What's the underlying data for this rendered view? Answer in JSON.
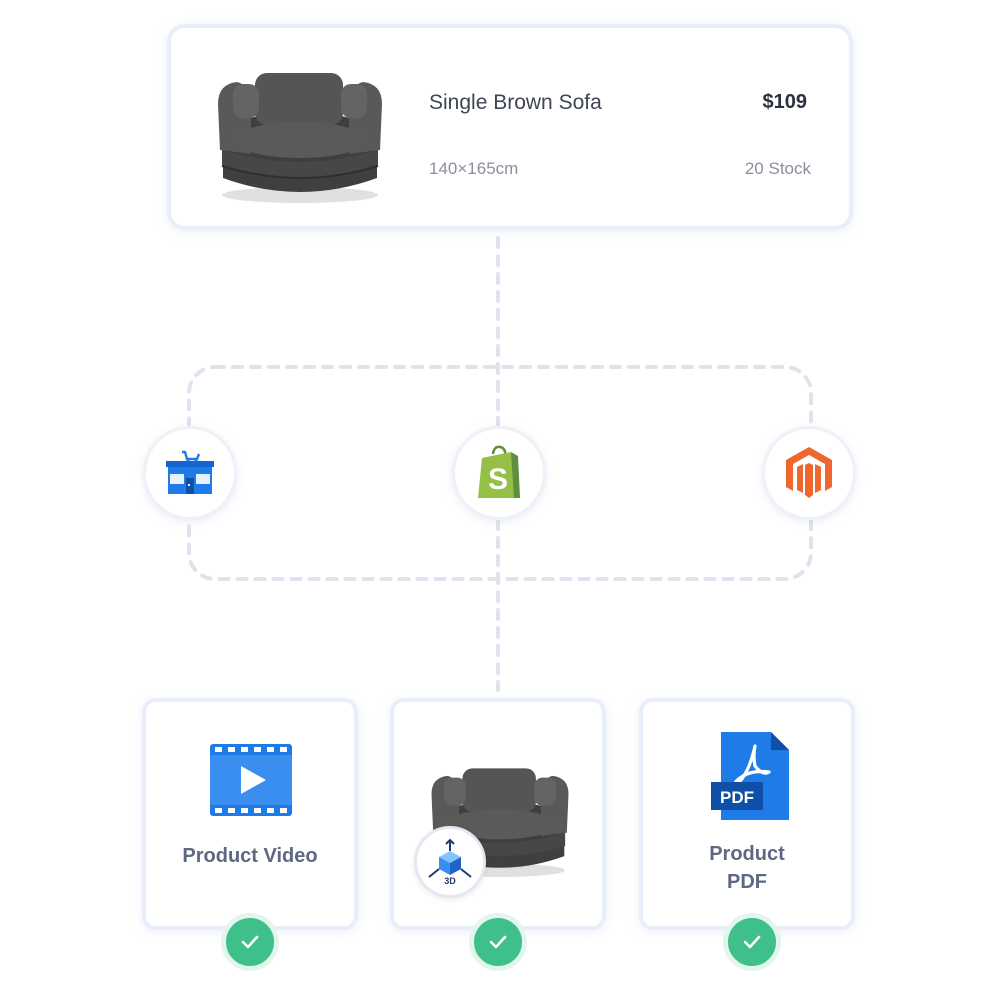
{
  "product": {
    "name": "Single Brown Sofa",
    "price": "$109",
    "size": "140×165cm",
    "stock": "20 Stock"
  },
  "platforms": [
    {
      "id": "store",
      "icon": "store-cart-icon",
      "color": "#1f7be8"
    },
    {
      "id": "shopify",
      "icon": "shopify-bag-icon",
      "letter": "S",
      "color": "#8fbf45"
    },
    {
      "id": "magento",
      "icon": "magento-icon",
      "color": "#ee672f"
    }
  ],
  "outputs": [
    {
      "id": "video",
      "icon": "film-play-icon",
      "label": "Product Video",
      "status": "check-icon"
    },
    {
      "id": "3d",
      "icon": "3d-cube-icon",
      "badge": "3D",
      "status": "check-icon"
    },
    {
      "id": "pdf",
      "icon": "pdf-file-icon",
      "label_line1": "Product",
      "label_line2": "PDF",
      "file_tag": "PDF",
      "status": "check-icon"
    }
  ],
  "colors": {
    "accent_blue": "#1f7be8",
    "success_green": "#3fc08a",
    "card_border": "#e9eefb",
    "connector": "#dfe3ee"
  }
}
